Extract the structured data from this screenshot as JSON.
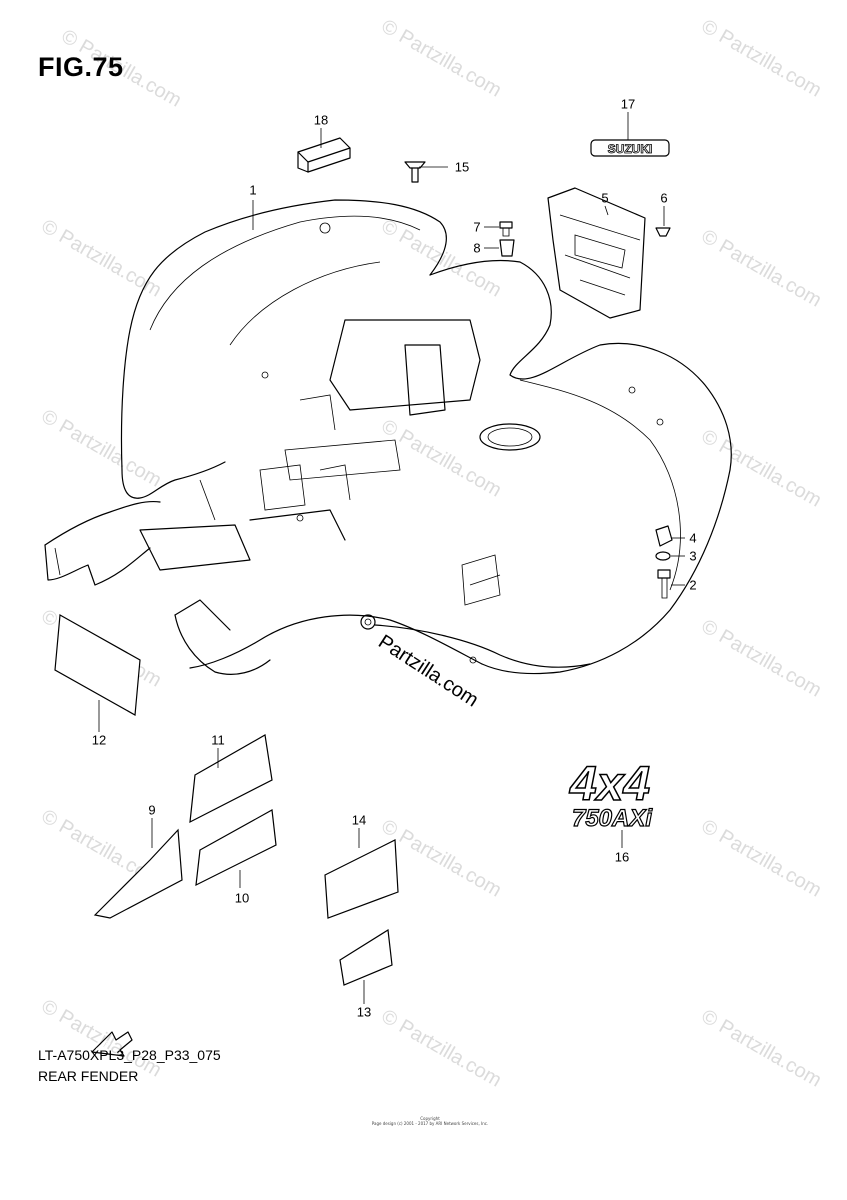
{
  "figure": {
    "title": "FIG.75",
    "code": "LT-A750XPL3_P28_P33_075",
    "name": "REAR FENDER",
    "copyright_lines": [
      "Copyright",
      "Page design (c) 2001 - 2017 by ARI Network Services, Inc."
    ]
  },
  "watermark": {
    "text": "© Partzilla.com",
    "prominent_text": "Partzilla.com"
  },
  "callouts": [
    {
      "id": "c1",
      "label": "1"
    },
    {
      "id": "c2",
      "label": "2"
    },
    {
      "id": "c3",
      "label": "3"
    },
    {
      "id": "c4",
      "label": "4"
    },
    {
      "id": "c5",
      "label": "5"
    },
    {
      "id": "c6",
      "label": "6"
    },
    {
      "id": "c7",
      "label": "7"
    },
    {
      "id": "c8",
      "label": "8"
    },
    {
      "id": "c9",
      "label": "9"
    },
    {
      "id": "c10",
      "label": "10"
    },
    {
      "id": "c11",
      "label": "11"
    },
    {
      "id": "c12",
      "label": "12"
    },
    {
      "id": "c13",
      "label": "13"
    },
    {
      "id": "c14",
      "label": "14"
    },
    {
      "id": "c15",
      "label": "15"
    },
    {
      "id": "c16",
      "label": "16"
    },
    {
      "id": "c17",
      "label": "17"
    },
    {
      "id": "c18",
      "label": "18"
    }
  ],
  "emblems": {
    "suzuki": "SUZUKI",
    "badge_top": "4x4",
    "badge_bottom": "750AXi",
    "fwd_arrow": "FWD"
  }
}
